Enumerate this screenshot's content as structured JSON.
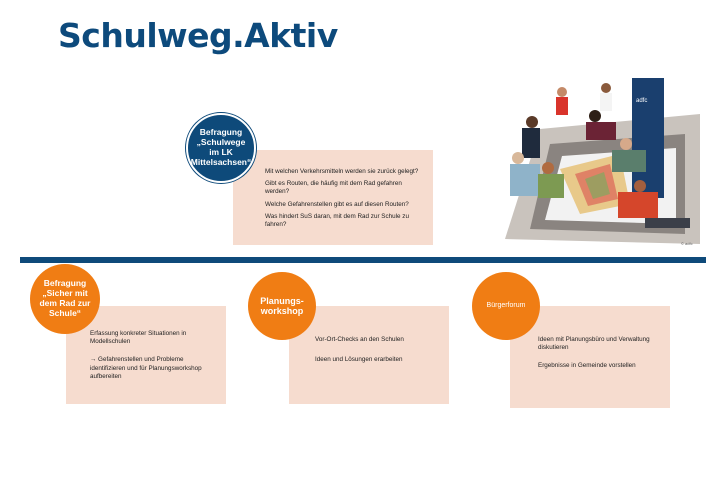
{
  "title": "Schulweg.Aktiv",
  "colors": {
    "blue": "#0e4a7a",
    "orange": "#f07d14",
    "card": "#f6dccf"
  },
  "photo_badge": "adfc",
  "copyright": "© adfc",
  "steps": [
    {
      "label": "Befragung „Schulwege im LK Mittelsachsen“",
      "items": [
        "Mit welchen Verkehrsmitteln werden sie zurück gelegt?",
        "Gibt es Routen, die häufig mit dem Rad gefahren werden?",
        "Welche Gefahrenstellen gibt es auf diesen Routen?",
        "Was hindert SuS daran, mit dem Rad zur Schule zu fahren?"
      ]
    },
    {
      "label": "Befragung „Sicher mit dem Rad zur Schule“",
      "items": [
        "Erfassung konkreter Situationen in Modellschulen",
        "→ Gefahrenstellen und Probleme identifizieren und für Planungsworkshop aufbereiten"
      ]
    },
    {
      "label": "Planungs-workshop",
      "items": [
        "Vor-Ort-Checks an den Schulen",
        "Ideen und Lösungen erarbeiten"
      ]
    },
    {
      "label": "Bürgerforum",
      "items": [
        "Ideen mit Planungsbüro und Verwaltung diskutieren",
        "Ergebnisse in Gemeinde vorstellen"
      ]
    }
  ]
}
